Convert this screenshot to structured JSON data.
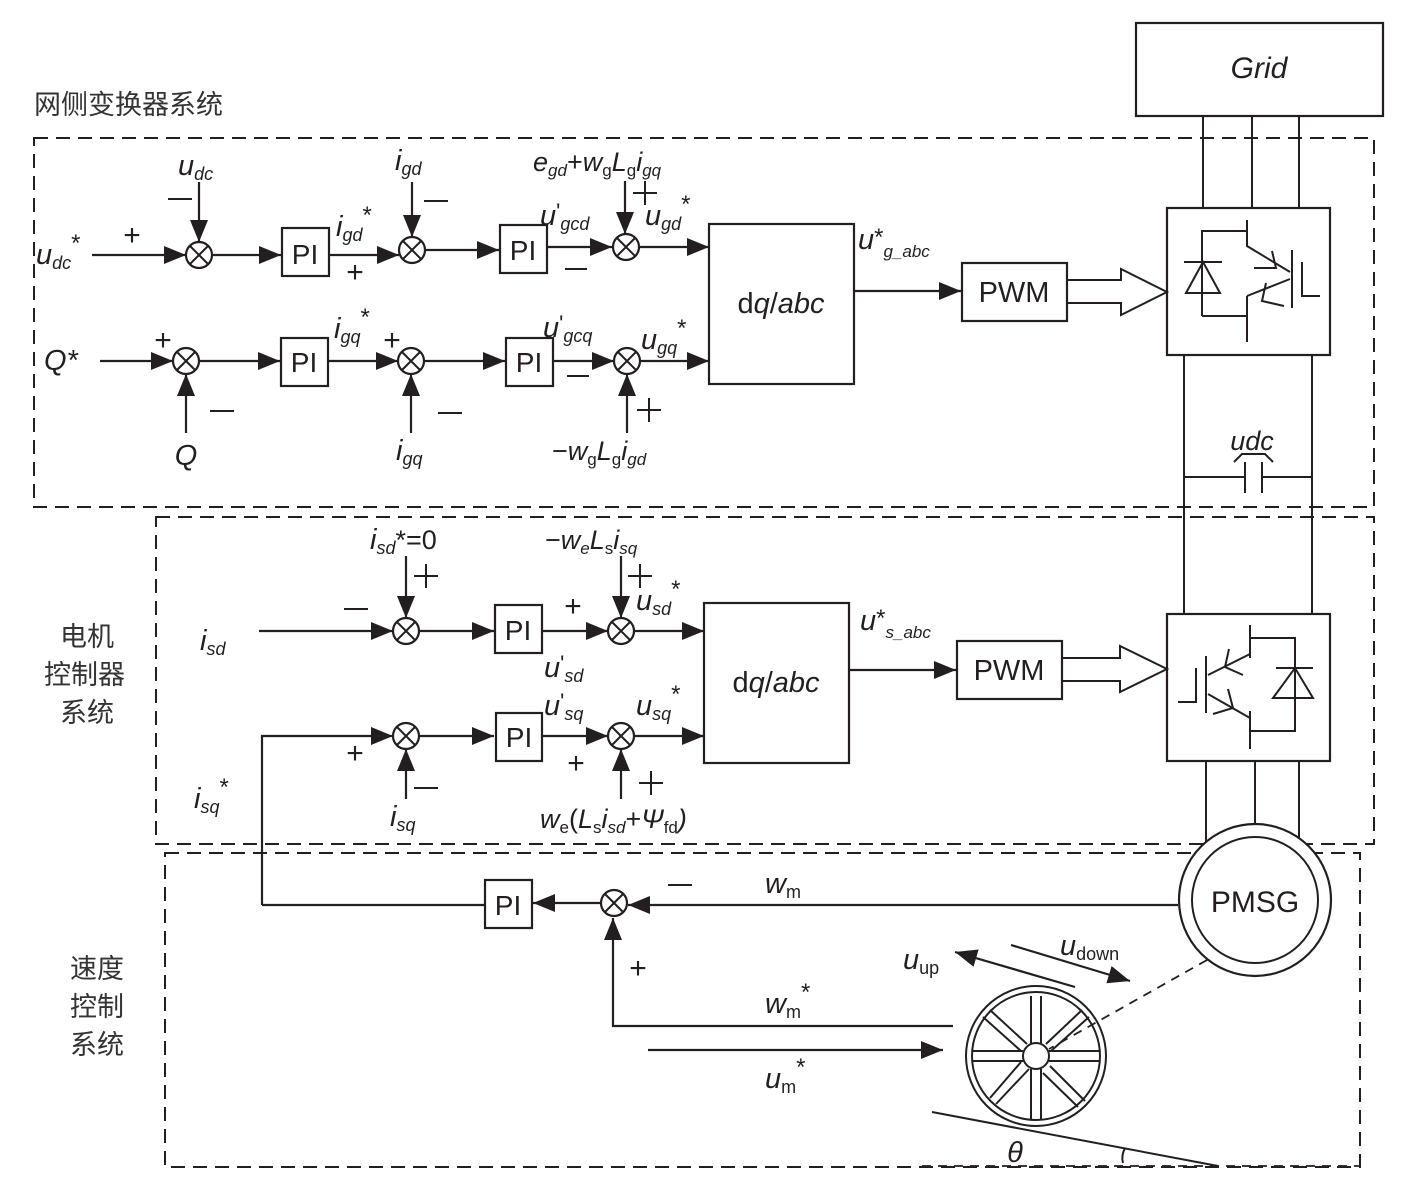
{
  "colors": {
    "ink": "#231f20",
    "background": "#ffffff"
  },
  "sections": {
    "grid_converter": "网侧变换器系统",
    "motor_controller": [
      "电机",
      "控制器",
      "系统"
    ],
    "speed_control": [
      "速度",
      "控制",
      "系统"
    ]
  },
  "blocks": {
    "grid": "Grid",
    "pi": "PI",
    "pwm": "PWM",
    "dqabc_prefix": "d",
    "dqabc_q": "q",
    "dqabc_sep": "/",
    "dqabc_abc": "abc",
    "pmsg": "PMSG"
  },
  "signs": {
    "plus": "+",
    "minus": "−"
  },
  "grid_side": {
    "udc_ref": {
      "main": "u",
      "sub": "dc",
      "sup": "*"
    },
    "udc_fb": {
      "main": "u",
      "sub": "dc"
    },
    "igd_ref": {
      "main": "i",
      "sub": "gd",
      "sup": "*"
    },
    "igd_fb": {
      "main": "i",
      "sub": "gd"
    },
    "ugcd_prime": {
      "main": "u",
      "prime": "'",
      "sub": "gcd"
    },
    "d_feedforward": {
      "e": "e",
      "e_sub": "gd",
      "plus": "+",
      "w": "w",
      "w_sub": "g",
      "L": "L",
      "L_sub": "g",
      "i": "i",
      "i_sub": "gq"
    },
    "ugd_ref": {
      "main": "u",
      "sub": "gd",
      "sup": "*"
    },
    "q_ref": "Q*",
    "q_fb": "Q",
    "igq_ref": {
      "main": "i",
      "sub": "gq",
      "sup": "*"
    },
    "igq_fb": {
      "main": "i",
      "sub": "gq"
    },
    "ugcq_prime": {
      "main": "u",
      "prime": "'",
      "sub": "gcq"
    },
    "q_feedforward": {
      "neg": "−",
      "w": "w",
      "w_sub": "g",
      "L": "L",
      "L_sub": "g",
      "i": "i",
      "i_sub": "gd"
    },
    "ugq_ref": {
      "main": "u",
      "sub": "gq",
      "sup": "*"
    },
    "ug_abc": {
      "main": "u",
      "sup": "*",
      "sub": "g_abc"
    },
    "dc_link": "udc"
  },
  "machine_side": {
    "isd_ref": {
      "main": "i",
      "sub": "sd",
      "sup": "*=0"
    },
    "isd_fb": {
      "main": "i",
      "sub": "sd"
    },
    "usd_prime": {
      "main": "u",
      "prime": "'",
      "sub": "sd"
    },
    "d_feedforward": {
      "neg": "−",
      "w": "w",
      "w_sub": "e",
      "L": "L",
      "L_sub": "s",
      "i": "i",
      "i_sub": "sq"
    },
    "usd_ref": {
      "main": "u",
      "sub": "sd",
      "sup": "*"
    },
    "isq_ref": {
      "main": "i",
      "sub": "sq",
      "sup": "*"
    },
    "isq_fb": {
      "main": "i",
      "sub": "sq"
    },
    "usq_prime": {
      "main": "u",
      "prime": "'",
      "sub": "sq"
    },
    "q_feedforward": {
      "w": "w",
      "w_sub": "e",
      "open": "(",
      "L": "L",
      "L_sub": "s",
      "i": "i",
      "i_sub": "sd",
      "plus": "+",
      "psi": "Ψ",
      "psi_sub": "fd",
      "close": ")"
    },
    "usq_ref": {
      "main": "u",
      "sub": "sq",
      "sup": "*"
    },
    "us_abc": {
      "main": "u",
      "sup": "*",
      "sub": "s_abc"
    }
  },
  "speed": {
    "wm": {
      "main": "w",
      "sub": "m"
    },
    "wm_ref": {
      "main": "w",
      "sub": "m",
      "sup": "*"
    },
    "um_ref": {
      "main": "u",
      "sub": "m",
      "sup": "*"
    },
    "u_up": {
      "main": "u",
      "sub": "up"
    },
    "u_down": {
      "main": "u",
      "sub": "down"
    },
    "theta": "θ"
  }
}
